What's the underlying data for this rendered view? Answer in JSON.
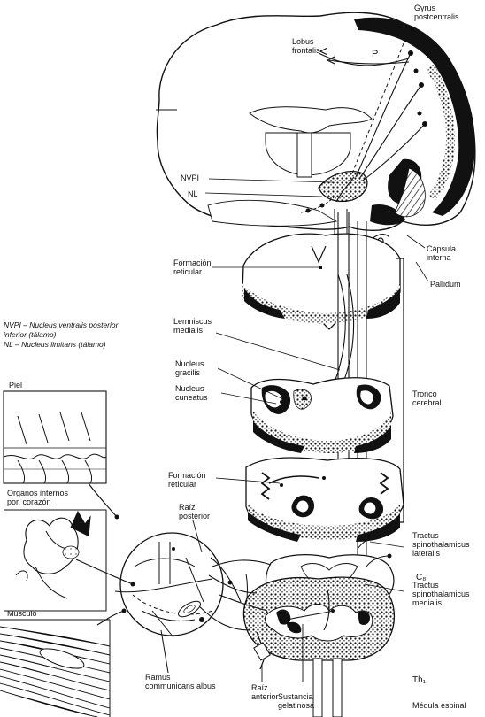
{
  "labels": {
    "gyrus_postcentralis": "Gyrus postcentralis",
    "lobus_frontalis": "Lobus frontalis",
    "nvpi": "NVPI",
    "nl": "NL",
    "capsula_interna": "Cápsula interna",
    "pallidum": "Pallidum",
    "formacion_reticular_1": "Formación reticular",
    "lemniscus_medialis": "Lemniscus medialis",
    "nucleus_gracilis": "Nucleus gracilis",
    "nucleus_cuneatus": "Nucleus cuneatus",
    "tronco_cerebral": "Tronco cerebral",
    "formacion_reticular_2": "Formación reticular",
    "raiz_posterior": "Raíz posterior",
    "tractus_spinothalamicus_lateralis": "Tractus spinothalamicus lateralis",
    "c8": "C₈",
    "tractus_spinothalamicus_medialis": "Tractus spinothalamicus medialis",
    "piel": "Piel",
    "organos_internos": "Organos internos por, corazón",
    "musculo": "Musculo",
    "ramus_communicans_albus": "Ramus communicans albus",
    "raiz_anterior": "Raíz anterior",
    "sustancia_gelatinosa": "Sustancia gelatinosa",
    "th1": "Th₁",
    "medula_espinal": "Médula espinal",
    "p": "P"
  },
  "legend": {
    "line1": "NVPI – Nucleus ventralis posterior",
    "line2": "inferior (tálamo)",
    "line3": "NL – Nucleus limitans (tálamo)"
  }
}
